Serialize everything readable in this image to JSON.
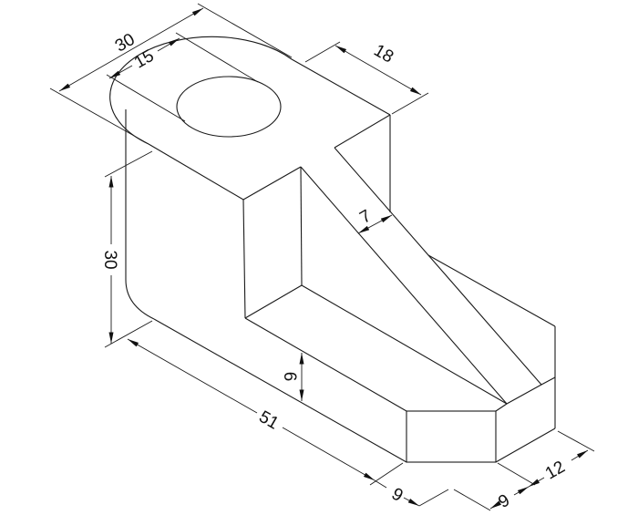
{
  "drawing": {
    "line_color": "#1a1a1a",
    "background": "#ffffff",
    "dimensions": {
      "top_length": "30",
      "hole_diameter": "15",
      "block_width": "18",
      "rib_thickness": "7",
      "height": "30",
      "base_height": "6",
      "base_length": "51",
      "front_left": "9",
      "front_right": "9",
      "depth": "12"
    }
  }
}
